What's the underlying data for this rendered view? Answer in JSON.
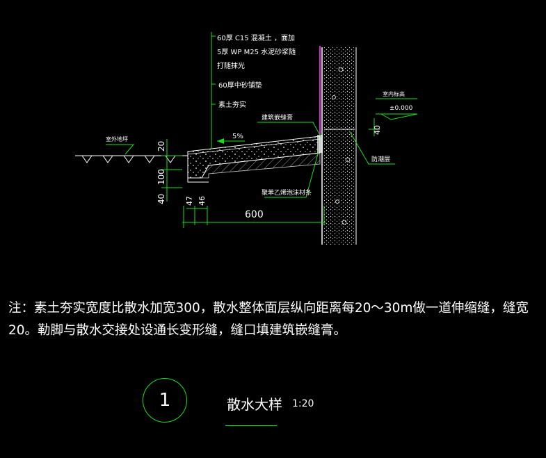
{
  "annotations": {
    "layer1_line1": "60厚 C15  混凝土 ，面加",
    "layer1_line2": "5厚 WP M25  水泥砂浆随",
    "layer1_line3": "打随抹光",
    "layer2": "60厚中砂铺垫",
    "layer3": "素土夯实",
    "sealant": "建筑嵌缝膏",
    "slope": "5%",
    "outdoor_level": "室外地坪",
    "indoor_level_label": "室内标高",
    "indoor_level_value": "±0.000",
    "damp_proof": "防潮层",
    "foam_board": "聚苯乙烯泡沫材条"
  },
  "dimensions": {
    "d20": "20",
    "d100": "100",
    "d40": "40",
    "d40_right": "40",
    "d47": "47",
    "d46": "46",
    "d600": "600"
  },
  "note": {
    "line1": "注：素土夯实宽度比散水加宽300，散水整体面层纵向距离每20～30m做一道伸缩缝，缝宽",
    "line2": "20。勒脚与散水交接处设通长变形缝，缝口填建筑嵌缝膏。"
  },
  "title": {
    "number": "1",
    "name": "散水大样",
    "scale": "1:20"
  },
  "colors": {
    "green": "#18e018",
    "white": "#ffffff",
    "magenta": "#e020e0",
    "background": "#000000"
  }
}
